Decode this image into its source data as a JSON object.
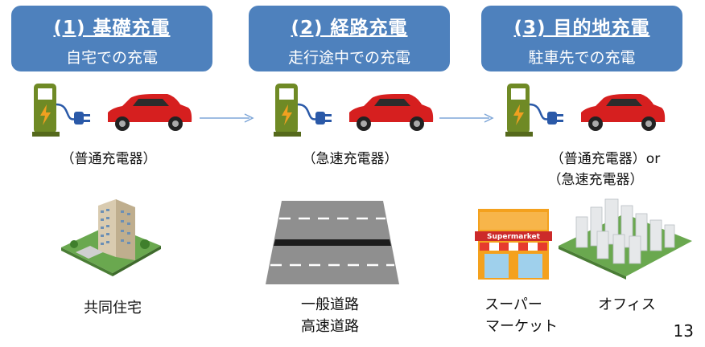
{
  "columns": [
    {
      "title": "(1) 基礎充電",
      "subtitle": "自宅での充電",
      "charger": "（普通充電器）"
    },
    {
      "title": "(2) 経路充電",
      "subtitle": "走行途中での充電",
      "charger": "（急速充電器）"
    },
    {
      "title": "(3) 目的地充電",
      "subtitle": "駐車先での充電",
      "charger_line1": "（普通充電器）or",
      "charger_line2": "（急速充電器）"
    }
  ],
  "places": {
    "apartment": "共同住宅",
    "road_line1": "一般道路",
    "road_line2": "高速道路",
    "supermarket_line1": "スーパー",
    "supermarket_line2": "マーケット",
    "supermarket_sign": "Supermarket",
    "office": "オフィス"
  },
  "page_number": "13",
  "colors": {
    "header": "#4e81bd",
    "charger": "#6f8a25",
    "car": "#d61f1f",
    "plug": "#2a59a8",
    "arrow": "#7ea6d8"
  }
}
